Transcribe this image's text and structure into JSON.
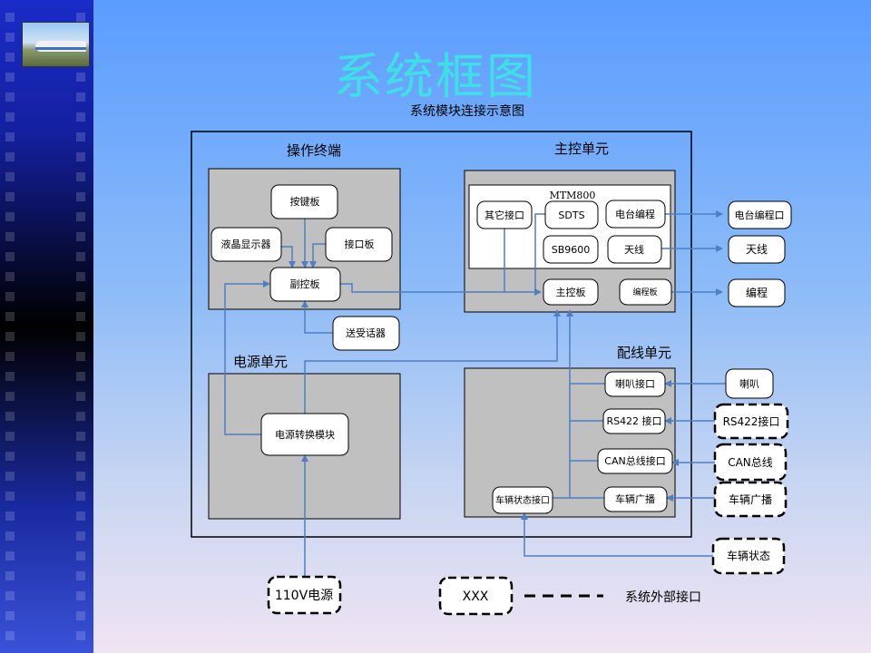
{
  "title": "系统框图",
  "subtitle": "系统模块连接示意图",
  "sections": {
    "operation": "操作终端",
    "main": "主控单元",
    "power": "电源单元",
    "wiring": "配线单元"
  },
  "op_nodes": {
    "keypad": "按键板",
    "lcd": "液晶显示器",
    "interface_board": "接口板",
    "sub_control": "副控板",
    "handset": "送受话器"
  },
  "main_nodes": {
    "mtm": "MTM800",
    "other_if": "其它接口",
    "sdts": "SDTS",
    "station_prog": "电台编程",
    "sb9600": "SB9600",
    "antenna": "天线",
    "main_board": "主控板",
    "prog_board": "编程板"
  },
  "power_nodes": {
    "converter": "电源转换模块"
  },
  "wiring_nodes": {
    "speaker_if": "喇叭接口",
    "rs422_if": "RS422 接口",
    "can_if": "CAN总线接口",
    "broadcast": "车辆广播",
    "status_if": "车辆状态接口"
  },
  "external": {
    "station_prog_port": "电台编程口",
    "antenna": "天线",
    "programming": "编程",
    "speaker": "喇叭",
    "rs422": "RS422接口",
    "can": "CAN总线",
    "broadcast": "车辆广播",
    "status": "车辆状态",
    "power_110v": "110V电源"
  },
  "legend": {
    "sample": "XXX",
    "text": "系统外部接口"
  },
  "colors": {
    "arrow": "#4f7ec2",
    "panel": "#c0c0c0"
  }
}
